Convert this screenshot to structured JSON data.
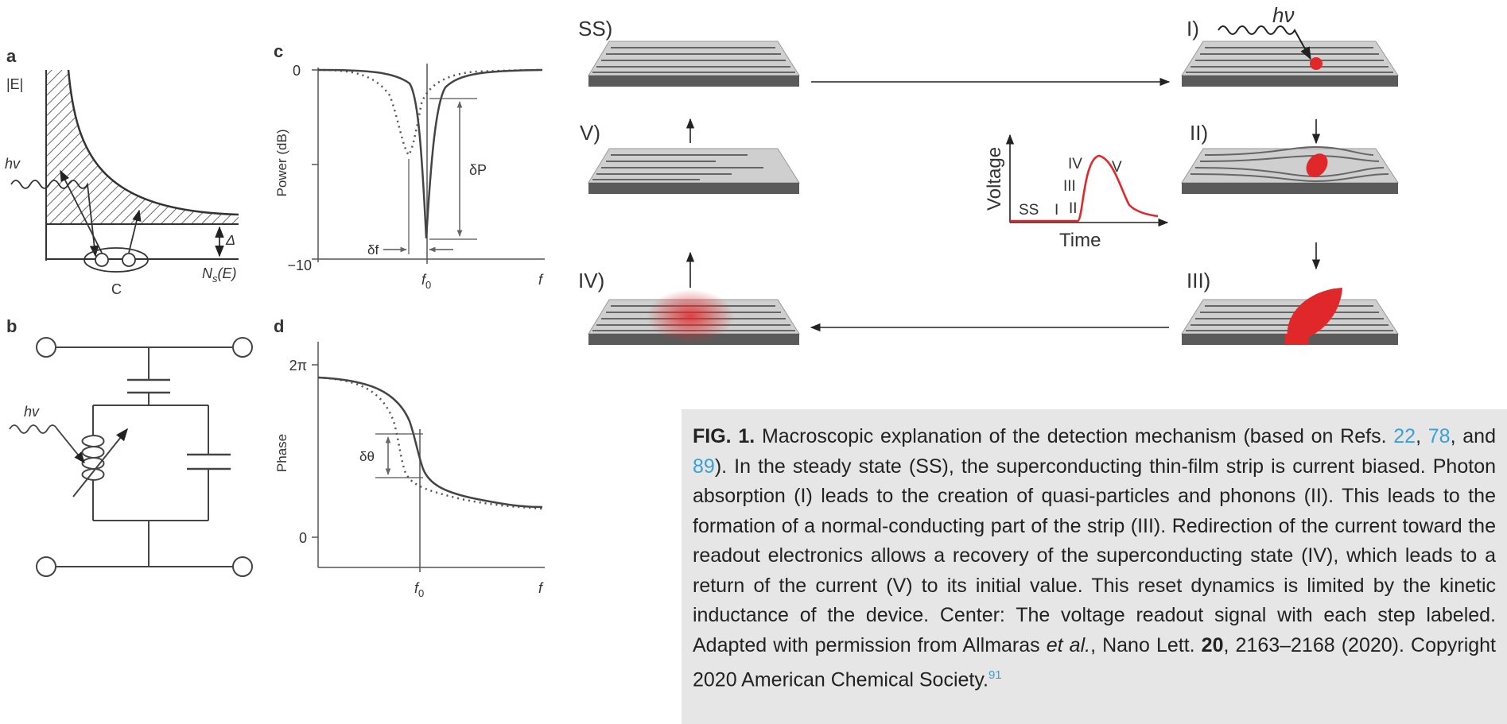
{
  "panels": {
    "a": {
      "label": "a",
      "y_label": "|E|",
      "photon": "hv",
      "gap": "Δ",
      "pair": "C",
      "x_label_main": "N",
      "x_label_sub": "s",
      "x_label_arg": "(E)"
    },
    "b": {
      "label": "b",
      "photon": "hv"
    },
    "c": {
      "label": "c",
      "y_label": "Power (dB)",
      "y_ticks": [
        "0",
        "−10"
      ],
      "x_tick_main": "f",
      "x_tick_sub": "0",
      "x_end": "f",
      "delta_p": "δP",
      "delta_f": "δf"
    },
    "d": {
      "label": "d",
      "y_label": "Phase",
      "y_ticks": [
        "2π",
        "0"
      ],
      "x_tick_main": "f",
      "x_tick_sub": "0",
      "x_end": "f",
      "delta_theta": "δθ"
    }
  },
  "mechanism": {
    "states": [
      "SS)",
      "I)",
      "II)",
      "III)",
      "IV)",
      "V)"
    ],
    "photon": "hν",
    "inset": {
      "y_label": "Voltage",
      "x_label": "Time",
      "markers": [
        "SS",
        "I",
        "II",
        "III",
        "IV",
        "V"
      ]
    }
  },
  "caption": {
    "fig": "FIG. 1.",
    "t1": " Macroscopic explanation of the detection mechanism (based on Refs. ",
    "r1": "22",
    "t2": ", ",
    "r2": "78",
    "t3": ", and ",
    "r3": "89",
    "t4": "). In the steady state (SS), the superconducting thin-film strip is current biased. Photon absorption (I) leads to the creation of quasi-particles and phonons (II). This leads to the formation of a normal-conducting part of the strip (III). Redirection of the current toward the readout electronics allows a recovery of the superconducting state (IV), which leads to a return of the current (V) to its initial value. This reset dynamics is limited by the kinetic inductance of the device. Center: The voltage readout signal with each step labeled. Adapted with permission from Allmaras ",
    "etal": "et al.",
    "t5": ", Nano Lett. ",
    "vol": "20",
    "t6": ", 2163–2168 (2020). Copyright 2020 American Chemical Society.",
    "r4": "91"
  },
  "colors": {
    "accent_red": "#e0282a",
    "strip_gray": "#c8c8c8",
    "strip_dark": "#5a5a5a",
    "caption_bg": "#e6e6e6",
    "link": "#3aa0d8"
  }
}
